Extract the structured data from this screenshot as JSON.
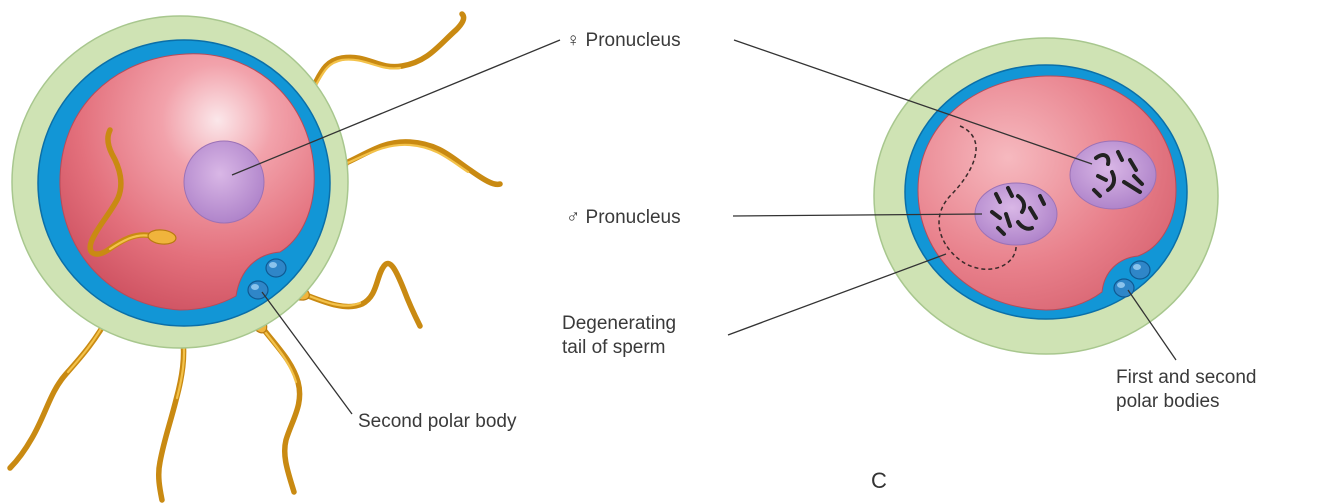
{
  "labels": {
    "female_pronucleus": "♀ Pronucleus",
    "male_pronucleus": "♂ Pronucleus",
    "degenerating_tail_line1": "Degenerating",
    "degenerating_tail_line2": "tail of sperm",
    "second_polar_body": "Second polar body",
    "first_second_polar_line1": "First and second",
    "first_second_polar_line2": "polar bodies",
    "panel_letter": "C"
  },
  "colors": {
    "zona_pellucida": "#cfe3b4",
    "perivitelline_space": "#1296d6",
    "cytoplasm": "#e46e7a",
    "pronucleus": "#b98ad0",
    "sperm": "#e9a92b"
  }
}
